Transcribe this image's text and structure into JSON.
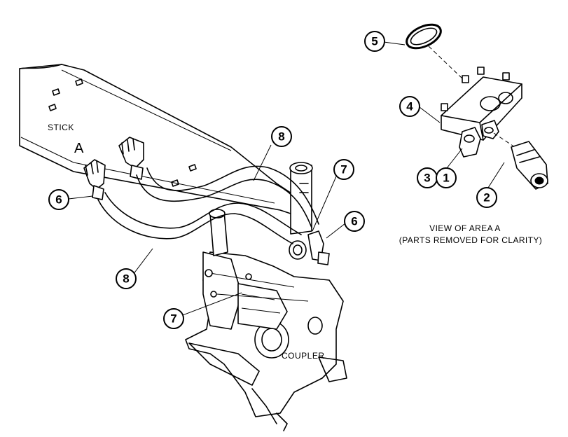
{
  "labels": {
    "stick": "STICK",
    "area": "A",
    "coupler": "COUPLER"
  },
  "caption": {
    "line1": "VIEW OF AREA A",
    "line2": "(PARTS REMOVED FOR CLARITY)"
  },
  "callouts": {
    "c1": "1",
    "c2": "2",
    "c3": "3",
    "c4": "4",
    "c5": "5",
    "c6a": "6",
    "c6b": "6",
    "c7a": "7",
    "c7b": "7",
    "c8a": "8",
    "c8b": "8"
  }
}
